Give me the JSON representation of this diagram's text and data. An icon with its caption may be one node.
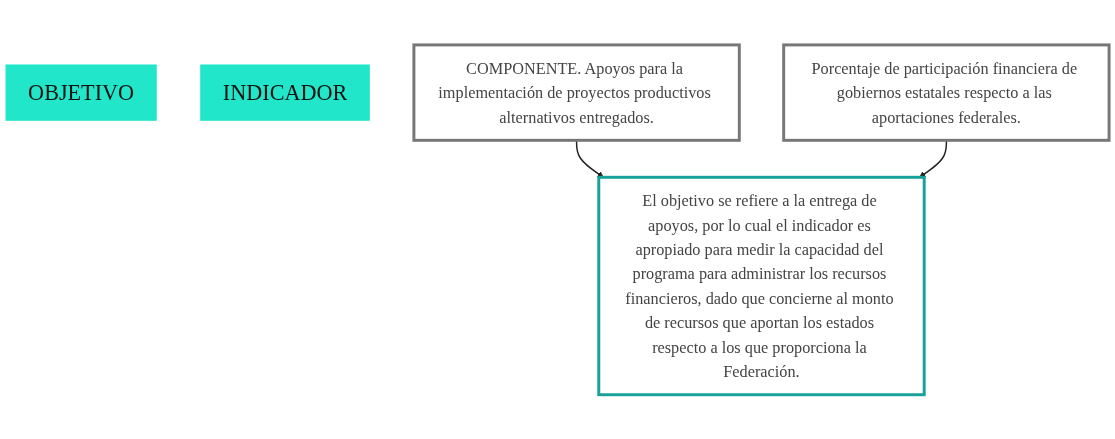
{
  "diagram": {
    "nodes": [
      {
        "text": [
          "OBJETIVO"
        ]
      },
      {
        "text": [
          "INDICADOR"
        ]
      },
      {
        "text": [
          "COMPONENTE. Apoyos para la implementación de proyectos productivos alternativos entregados."
        ]
      },
      {
        "text": [
          "Porcentaje de participación financiera de gobiernos estatales respecto a las aportaciones federales."
        ]
      },
      {
        "text": [
          "El objetivo se refiere a la entrega de apoyos, por lo cual el indicador es apropiado para medir la capacidad del programa para administrar los recursos financieros, dado que concierne al monto de recursos que aportan los estados respecto a los que proporciona la Federación."
        ]
      }
    ],
    "edges": [
      {
        "from": 2,
        "to": 4,
        "arrow": "to"
      },
      {
        "from": 3,
        "to": 4,
        "arrow": "to"
      }
    ]
  }
}
